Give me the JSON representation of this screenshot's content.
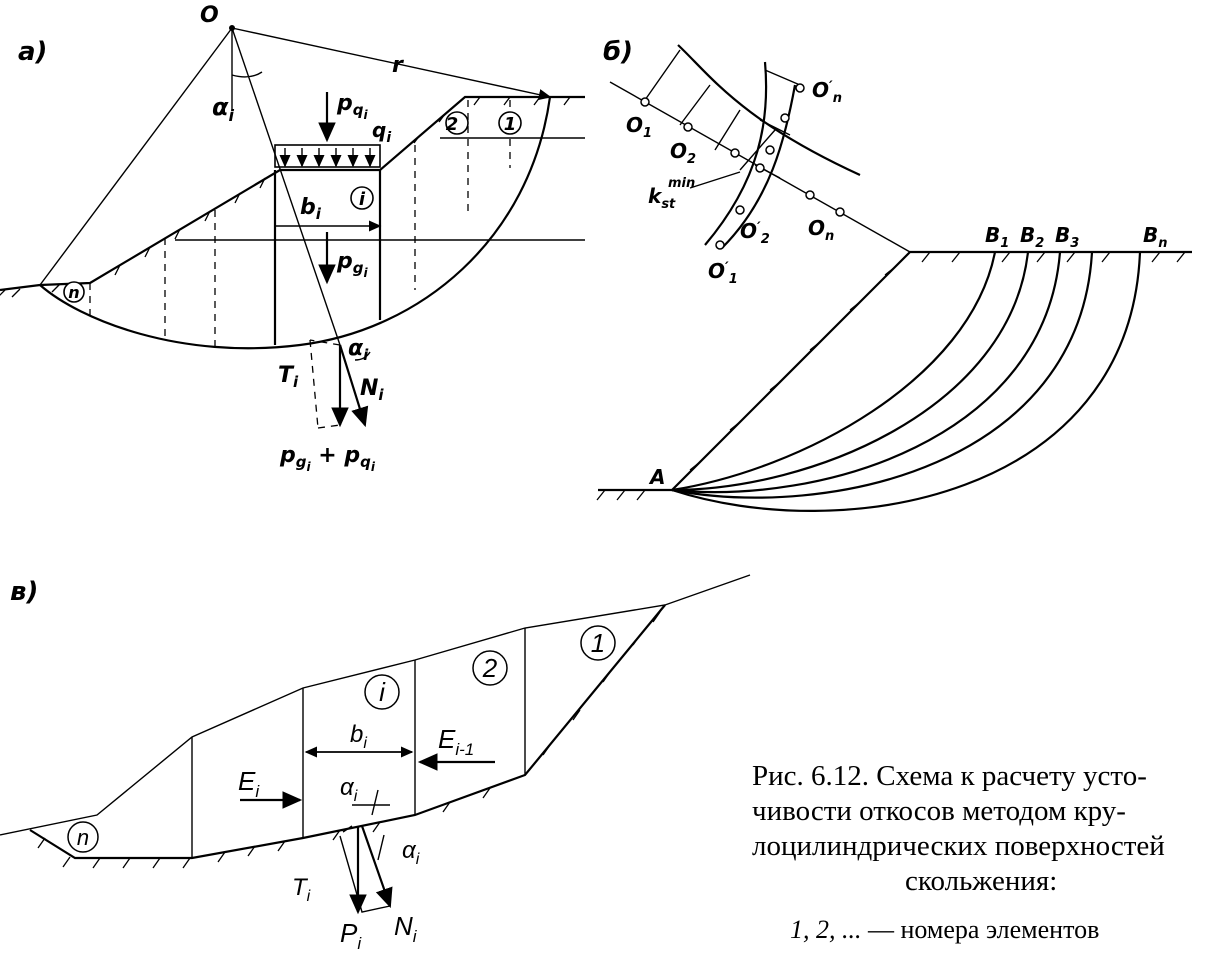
{
  "panel_a": {
    "tag": "а)",
    "center": "O",
    "radius": "r",
    "alpha_i": "α",
    "alpha_i_sub": "i",
    "p_q": "p",
    "p_q_sub": "q",
    "p_q_sub2": "i",
    "q_i": "q",
    "q_i_sub": "i",
    "slice_2": "2",
    "slice_1": "1",
    "slice_i": "i",
    "slice_n": "n",
    "b_i": "b",
    "b_i_sub": "i",
    "p_g": "p",
    "p_g_sub": "g",
    "p_g_sub2": "i",
    "alpha_low": "α",
    "alpha_low_sub": "i",
    "T_i": "T",
    "T_i_sub": "i",
    "N_i": "N",
    "N_i_sub": "i",
    "sum_label": "p",
    "sum_label_sub1": "g",
    "sum_label_sub2": "i",
    "sum_plus": " + p",
    "sum_label_sub3": "q",
    "sum_label_sub4": "i"
  },
  "panel_b": {
    "tag": "б)",
    "O1": "O",
    "O1_sub": "1",
    "O2": "O",
    "O2_sub": "2",
    "On": "O",
    "On_sub": "n",
    "O1p": "O",
    "O1p_sub": "1",
    "O2p": "O",
    "O2p_sub": "2",
    "Onp": "O",
    "Onp_sub": "n",
    "prime": "′",
    "kst": "k",
    "kst_sub": "st",
    "kst_sup": "min",
    "B1": "B",
    "B1_sub": "1",
    "B2": "B",
    "B2_sub": "2",
    "B3": "B",
    "B3_sub": "3",
    "Bn": "B",
    "Bn_sub": "n",
    "A": "A"
  },
  "panel_c": {
    "tag": "в)",
    "slice_1": "1",
    "slice_2": "2",
    "slice_i": "i",
    "slice_n": "n",
    "b_i": "b",
    "b_i_sub": "i",
    "E_prev": "E",
    "E_prev_sub": "i-1",
    "E_i": "E",
    "E_i_sub": "i",
    "alpha_top": "α",
    "alpha_top_sub": "i",
    "alpha_side": "α",
    "alpha_side_sub": "i",
    "T_i": "T",
    "T_i_sub": "i",
    "P_i": "P",
    "P_i_sub": "i",
    "N_i": "N",
    "N_i_sub": "i"
  },
  "caption": {
    "line1": "Рис. 6.12. Схема к расчету усто-",
    "line2": "чивости откосов методом кру-",
    "line3": "лоцилиндрических поверхностей",
    "line4": "скольжения:",
    "legend_italic": "1, 2, ...",
    "legend_text": " — номера элементов"
  }
}
